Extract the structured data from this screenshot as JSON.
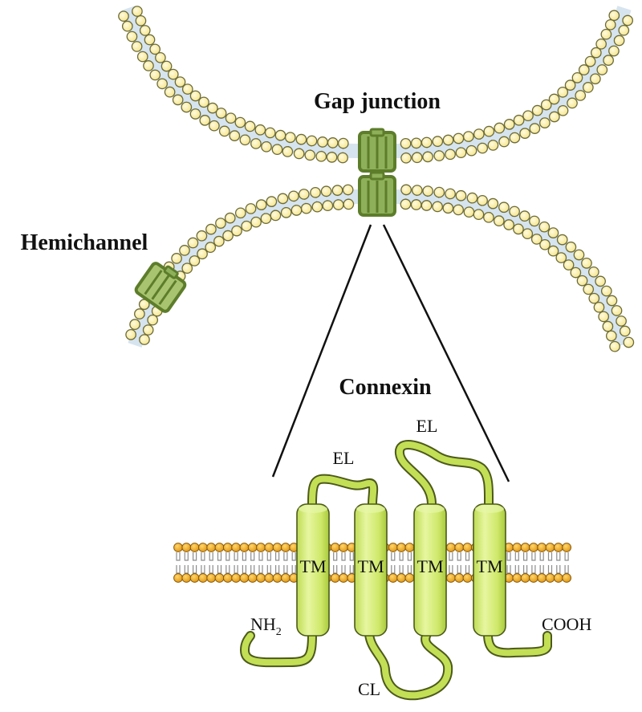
{
  "labels": {
    "gap_junction": "Gap junction",
    "hemichannel": "Hemichannel",
    "connexin": "Connexin",
    "el_1": "EL",
    "el_2": "EL",
    "cl": "CL",
    "nh2_main": "NH",
    "nh2_sub": "2",
    "cooh": "COOH",
    "tm": [
      "TM",
      "TM",
      "TM",
      "TM"
    ]
  },
  "colors": {
    "lipid_head_upper": "#fbefa8",
    "lipid_head_upper_stroke": "#6b6a3a",
    "membrane_core": "#d6e4ef",
    "lipid_head_lower": "#f0a726",
    "lipid_head_lower_stroke": "#8a5a0a",
    "channel_fill": "#8fb05a",
    "channel_dark": "#5d7d2b",
    "helix_fill": "#cfe86a",
    "helix_light": "#e3f39a",
    "helix_stroke": "#4c5a1a",
    "loop_fill": "#bcdc4a",
    "line": "#111111"
  }
}
